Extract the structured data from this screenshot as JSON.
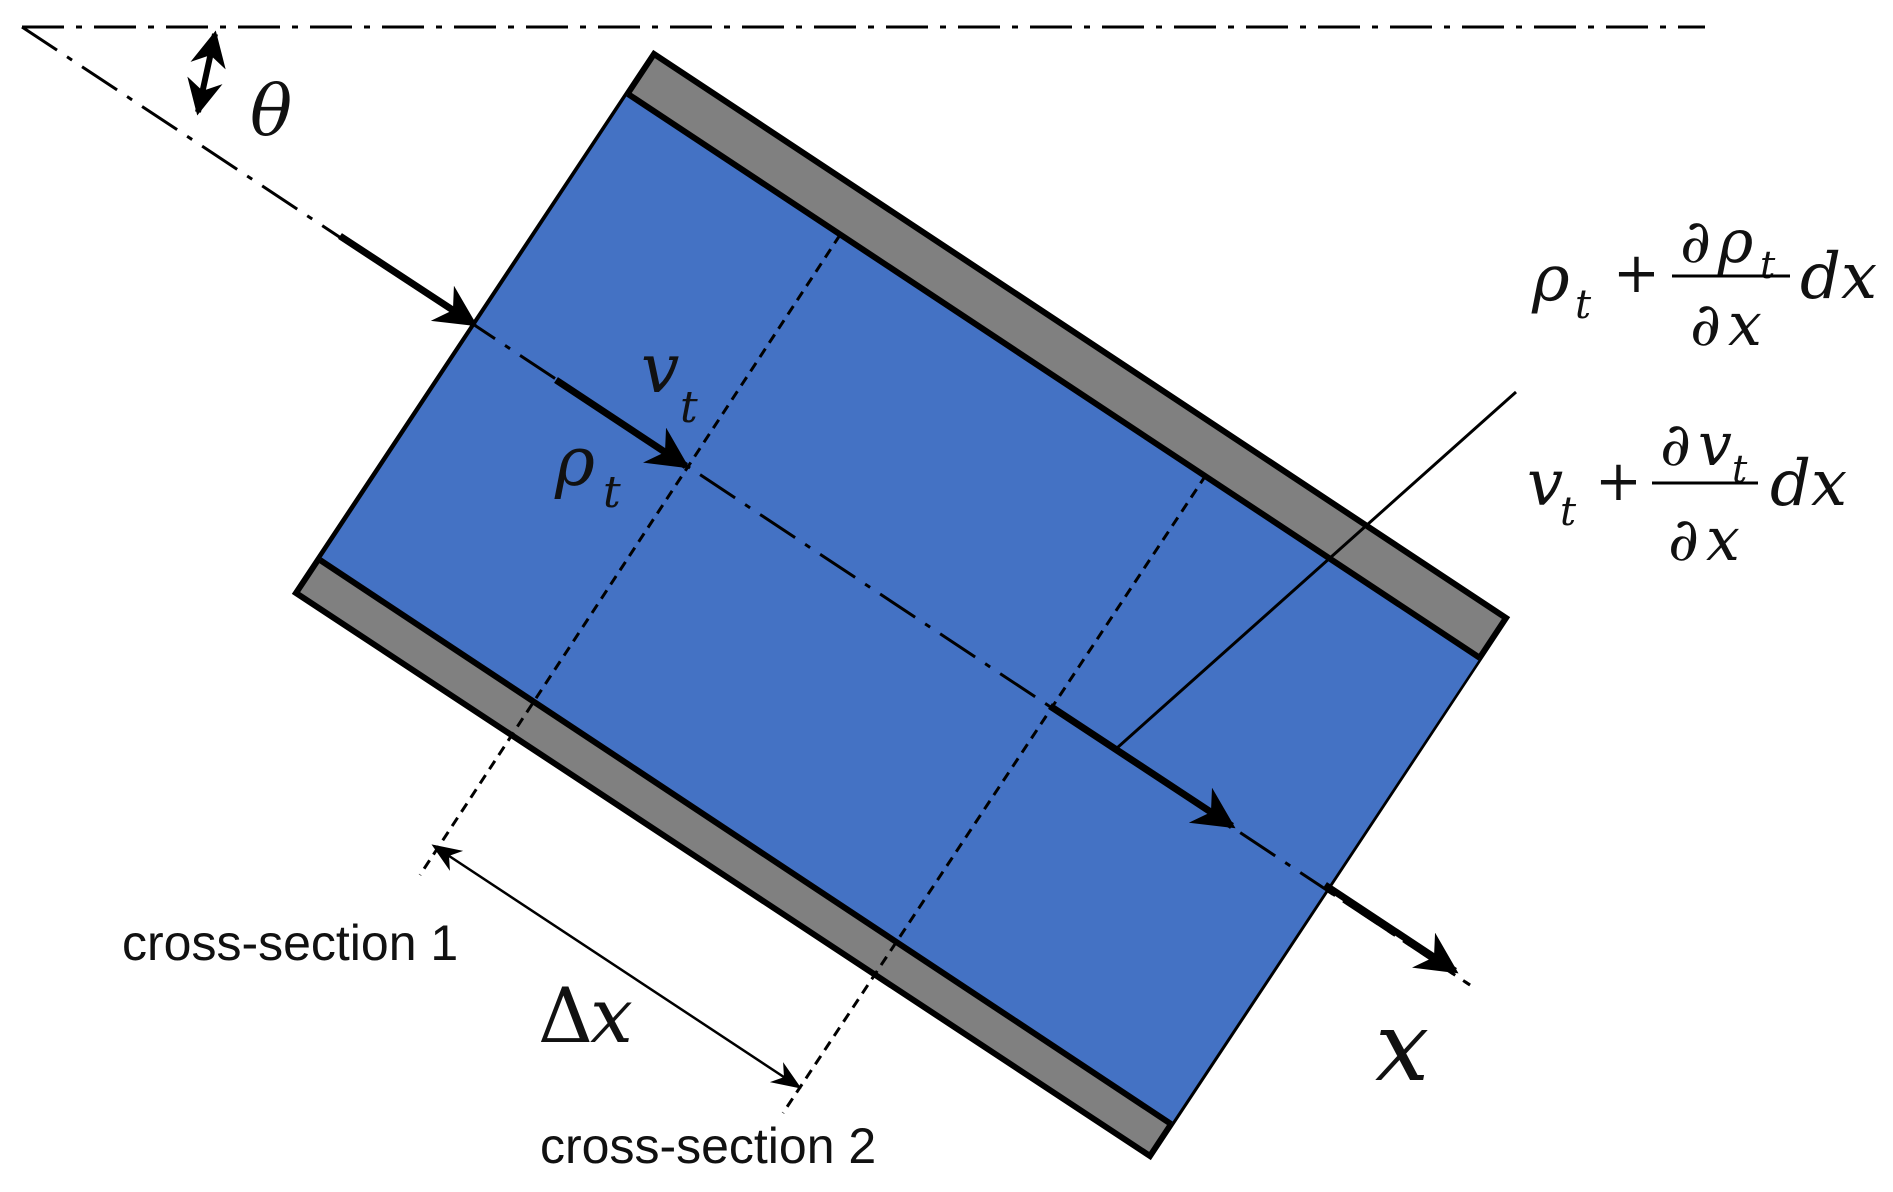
{
  "colors": {
    "fluid": "#4472C4",
    "wall": "#808080",
    "outline": "#000000",
    "background": "#FFFFFF"
  },
  "symbols": {
    "angle": "θ",
    "velocity": "v",
    "density": "ρ",
    "subscript": "t",
    "axis": "x",
    "delta": "Δ",
    "partial": "∂",
    "plus": "+",
    "differential": "dx"
  },
  "labels": {
    "cross_section_1": "cross-section 1",
    "cross_section_2": "cross-section 2"
  },
  "icons": [
    "angle-arc-arrow-icon",
    "flow-arrow-icon",
    "axis-arrow-icon",
    "dimension-arrow-icon"
  ]
}
